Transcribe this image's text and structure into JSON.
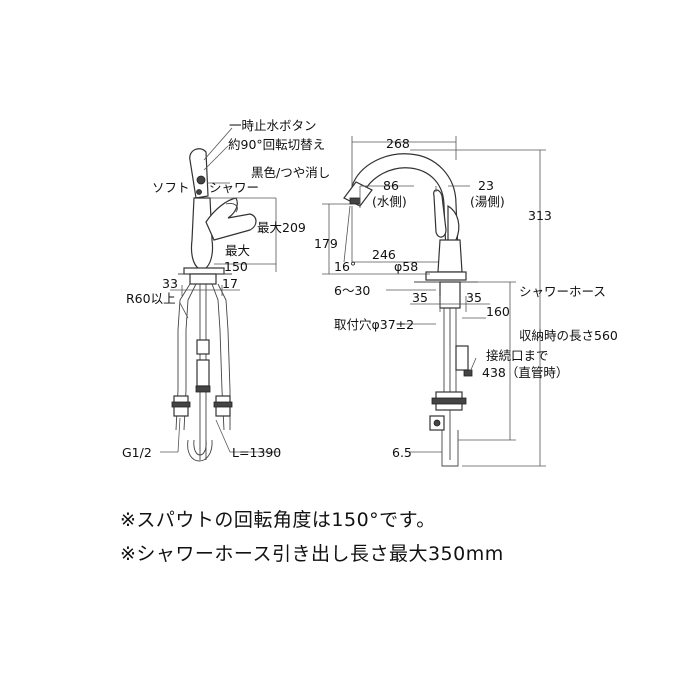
{
  "labels": {
    "stop_button": "一時止水ボタン",
    "switch_90": "約90°回転切替え",
    "soft": "ソフト",
    "shower": "シャワー",
    "black_gloss": "黒色/つや消し",
    "w268": "268",
    "w86": "86",
    "cold_side": "(水側)",
    "w23": "23",
    "hot_side": "(湯側)",
    "h313": "313",
    "max209": "最大209",
    "max_label": "最大",
    "w150": "150",
    "h179": "179",
    "deg16": "16°",
    "w246": "246",
    "phi58": "φ58",
    "w33": "33",
    "w17": "17",
    "r60": "R60以上",
    "range6_30": "6～30",
    "w35a": "35",
    "w35b": "35",
    "h160": "160",
    "hose_line1": "シャワーホース",
    "hose_line2": "収納時の長さ560",
    "mount_hole": "取付穴φ37±2",
    "connect_line1": "接続口まで",
    "connect_line2": "438（直管時）",
    "g12": "G1/2",
    "l1390": "L=1390",
    "w6_5": "6.5"
  },
  "notes": {
    "note1": "※スパウトの回転角度は150°です。",
    "note2": "※シャワーホース引き出し長さ最大350mm"
  }
}
